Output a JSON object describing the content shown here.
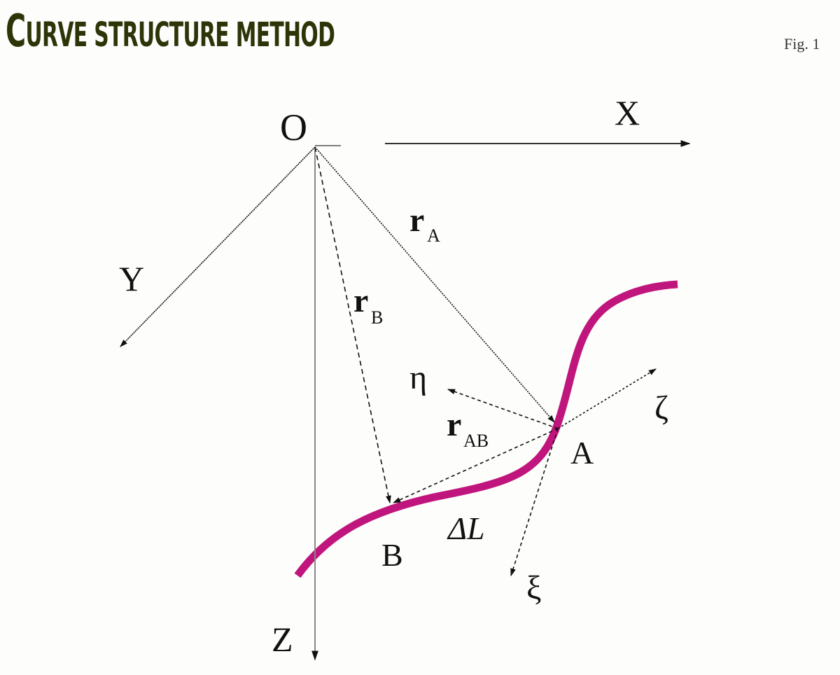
{
  "title": {
    "first_letter": "C",
    "rest": "urve structure method"
  },
  "figure_label": "Fig. 1",
  "colors": {
    "curve": "#c0157d",
    "title": "#2d3508",
    "line": "#111111"
  },
  "labels": {
    "origin": "O",
    "x_axis": "X",
    "y_axis": "Y",
    "z_axis": "Z",
    "r_a": "r",
    "r_a_sub": "A",
    "r_b": "r",
    "r_b_sub": "B",
    "r_ab": "r",
    "r_ab_sub": "AB",
    "eta": "η",
    "zeta": "ζ",
    "xi": "ξ",
    "point_a": "A",
    "point_b": "B",
    "delta_l": "ΔL"
  }
}
